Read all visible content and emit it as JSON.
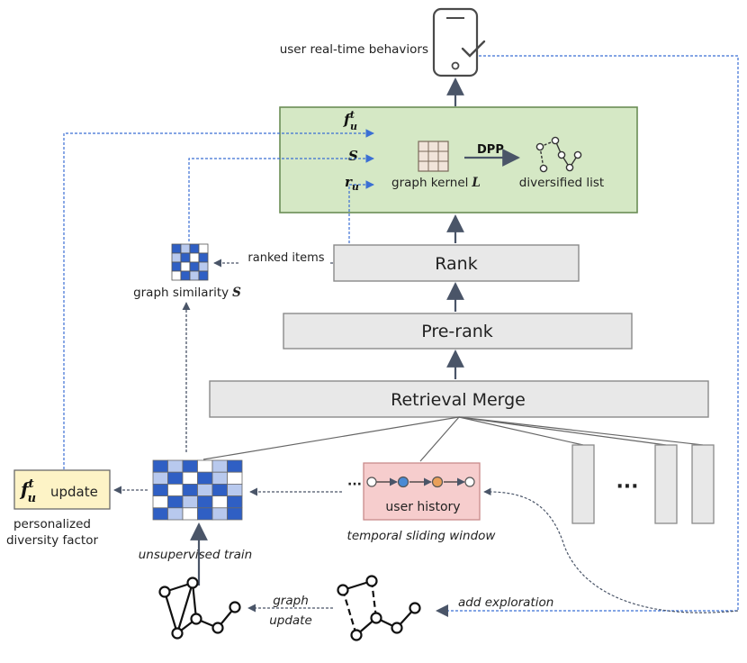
{
  "phone": {
    "label": "user real-time behaviors"
  },
  "kernel_box": {
    "inputs": {
      "f": "f",
      "f_sup": "t",
      "f_sub": "u",
      "s": "S",
      "r": "r",
      "r_sub": "u"
    },
    "kernel_label": "graph kernel",
    "kernel_symbol": "L",
    "dpp_label": "DPP",
    "output_label": "diversified list"
  },
  "similarity": {
    "label": "graph similarity",
    "symbol": "S"
  },
  "ranked_items_label": "ranked items",
  "stages": {
    "rank": "Rank",
    "prerank": "Pre-rank",
    "merge": "Retrieval Merge"
  },
  "retrieval_ellipsis": "···",
  "factor_box": {
    "f": "f",
    "f_sup": "t",
    "f_sub": "u",
    "update_word": "update",
    "caption_line1": "personalized",
    "caption_line2": "diversity factor"
  },
  "matrix": {
    "caption": "unsupervised train"
  },
  "history": {
    "label": "user history",
    "caption": "temporal sliding window",
    "leading_dots": "···"
  },
  "graph_update": {
    "line1": "graph",
    "line2": "update"
  },
  "add_exploration": "add exploration",
  "colors": {
    "green_fill": "#d5e8c5",
    "green_border": "#6a8d55",
    "stage_fill": "#e8e8e8",
    "stage_border": "#8a8a8a",
    "arrow": "#4a5568",
    "dashed": "#3b6fd4",
    "blue_dark": "#2f5fc4",
    "blue_light": "#b8c9ee",
    "history_fill": "#f6cdcd",
    "history_border": "#c98a8a",
    "factor_fill": "#fdf3c6",
    "node_blue": "#4a8ad4",
    "node_orange": "#e9a05a"
  }
}
